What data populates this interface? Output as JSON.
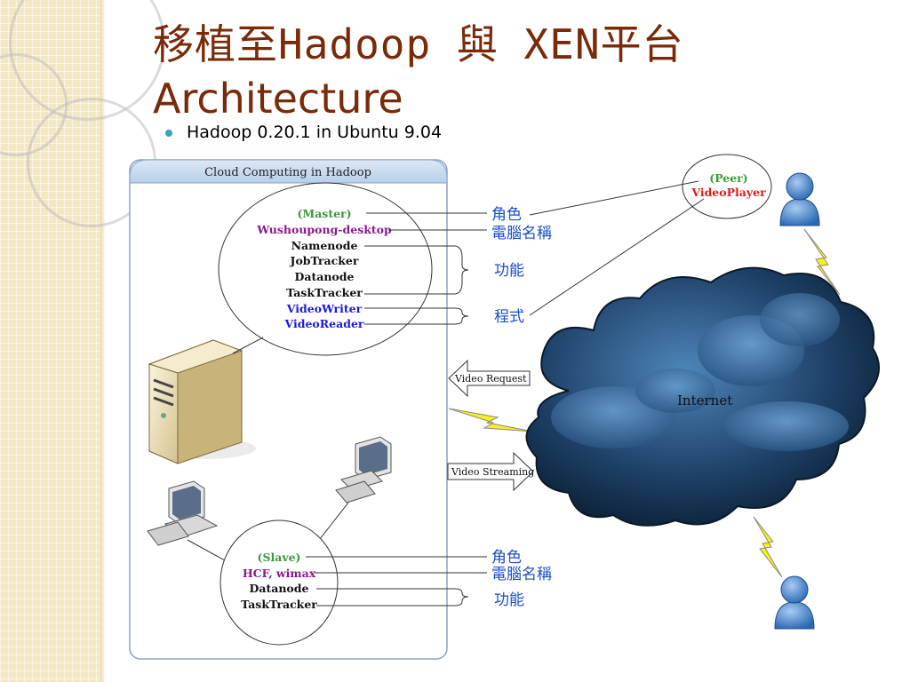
{
  "slide": {
    "title_line1": "移植至Hadoop 與 XEN平台",
    "title_line2": "Architecture",
    "bullet": "Hadoop 0.20.1 in Ubuntu 9.04"
  },
  "diagram": {
    "panel_title": "Cloud Computing in Hadoop",
    "master": {
      "role": "(Master)",
      "hostname": "Wushoupong-desktop",
      "functions": [
        "Namenode",
        "JobTracker",
        "Datanode",
        "TaskTracker"
      ],
      "programs": [
        "VideoWriter",
        "VideoReader"
      ]
    },
    "slave": {
      "role": "(Slave)",
      "hostname": "HCF, wimax",
      "functions": [
        "Datanode",
        "TaskTracker"
      ]
    },
    "peer": {
      "role": "(Peer)",
      "program": "VideoPlayer"
    },
    "annotations": {
      "role": "角色",
      "computer_name": "電腦名稱",
      "function": "功能",
      "program": "程式"
    },
    "arrows": {
      "request": "Video Request",
      "streaming": "Video Streaming"
    },
    "internet": "Internet",
    "colors": {
      "role_green": "#3a9a3a",
      "hostname_purple": "#8a1a8a",
      "program_blue": "#1a1ad8",
      "peer_red": "#e01a1a",
      "annotation_blue": "#1a4ec8",
      "title_brown": "#7a2a08"
    }
  }
}
